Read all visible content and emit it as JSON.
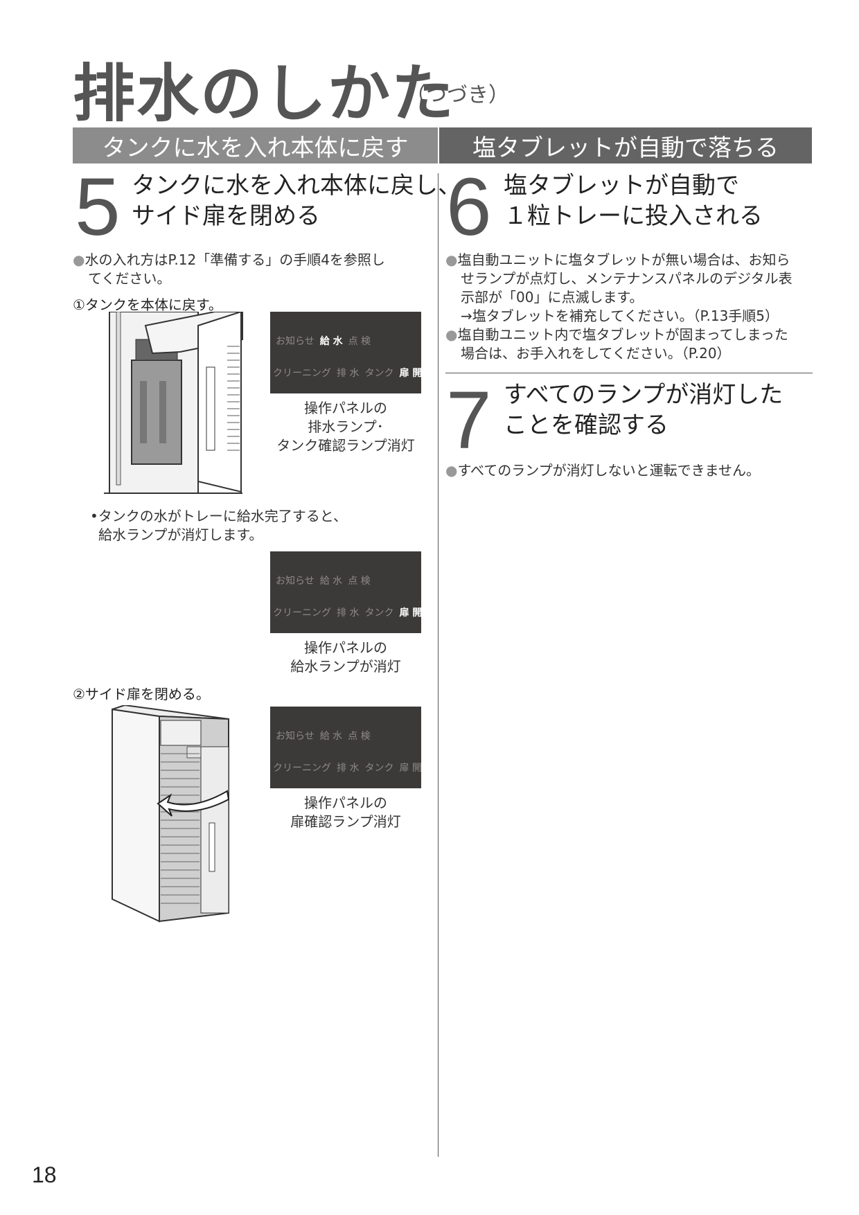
{
  "title": {
    "main": "排水のしかた",
    "sub": "（つづき）"
  },
  "bands": {
    "left": "タンクに水を入れ本体に戻す",
    "right": "塩タブレットが自動で落ちる"
  },
  "step5": {
    "number": "5",
    "title_line1": "タンクに水を入れ本体に戻し、",
    "title_line2": "サイド扉を閉める",
    "note_line1": "水の入れ方はP.12「準備する」の手順4を参照し",
    "note_line2": "てください。",
    "sub1": "①タンクを本体に戻す。",
    "caption1": [
      "操作パネルの",
      "排水ランプ･",
      "タンク確認ランプ消灯"
    ],
    "bullet2_line1": "•タンクの水がトレーに給水完了すると、",
    "bullet2_line2": "給水ランプが消灯します。",
    "caption2": [
      "操作パネルの",
      "給水ランプが消灯"
    ],
    "sub2": "②サイド扉を閉める。",
    "caption3": [
      "操作パネルの",
      "扉確認ランプ消灯"
    ]
  },
  "panel_labels": {
    "oshirase": "お知らせ",
    "kyusui": "給 水",
    "tenken": "点 検",
    "cleaning": "クリーニング",
    "haisui": "排 水",
    "tank": "タンク",
    "tobira": "扉 開"
  },
  "panels": [
    {
      "kyusui_on": true,
      "tobira_on": true
    },
    {
      "kyusui_on": false,
      "tobira_on": true
    },
    {
      "kyusui_on": false,
      "tobira_on": false
    }
  ],
  "step6": {
    "number": "6",
    "title_line1": "塩タブレットが自動で",
    "title_line2": "１粒トレーに投入される",
    "note1_line1": "塩自動ユニットに塩タブレットが無い場合は、お知ら",
    "note1_line2": "せランプが点灯し、メンテナンスパネルのデジタル表",
    "note1_line3": "示部が「00」に点滅します。",
    "note1_line4": "→塩タブレットを補充してください。（P.13手順5）",
    "note2_line1": "塩自動ユニット内で塩タブレットが固まってしまった",
    "note2_line2": "場合は、お手入れをしてください。（P.20）"
  },
  "step7": {
    "number": "7",
    "title_line1": "すべてのランプが消灯した",
    "title_line2": "ことを確認する",
    "note": "すべてのランプが消灯しないと運転できません。"
  },
  "bullet_mark": "●",
  "page_number": "18"
}
